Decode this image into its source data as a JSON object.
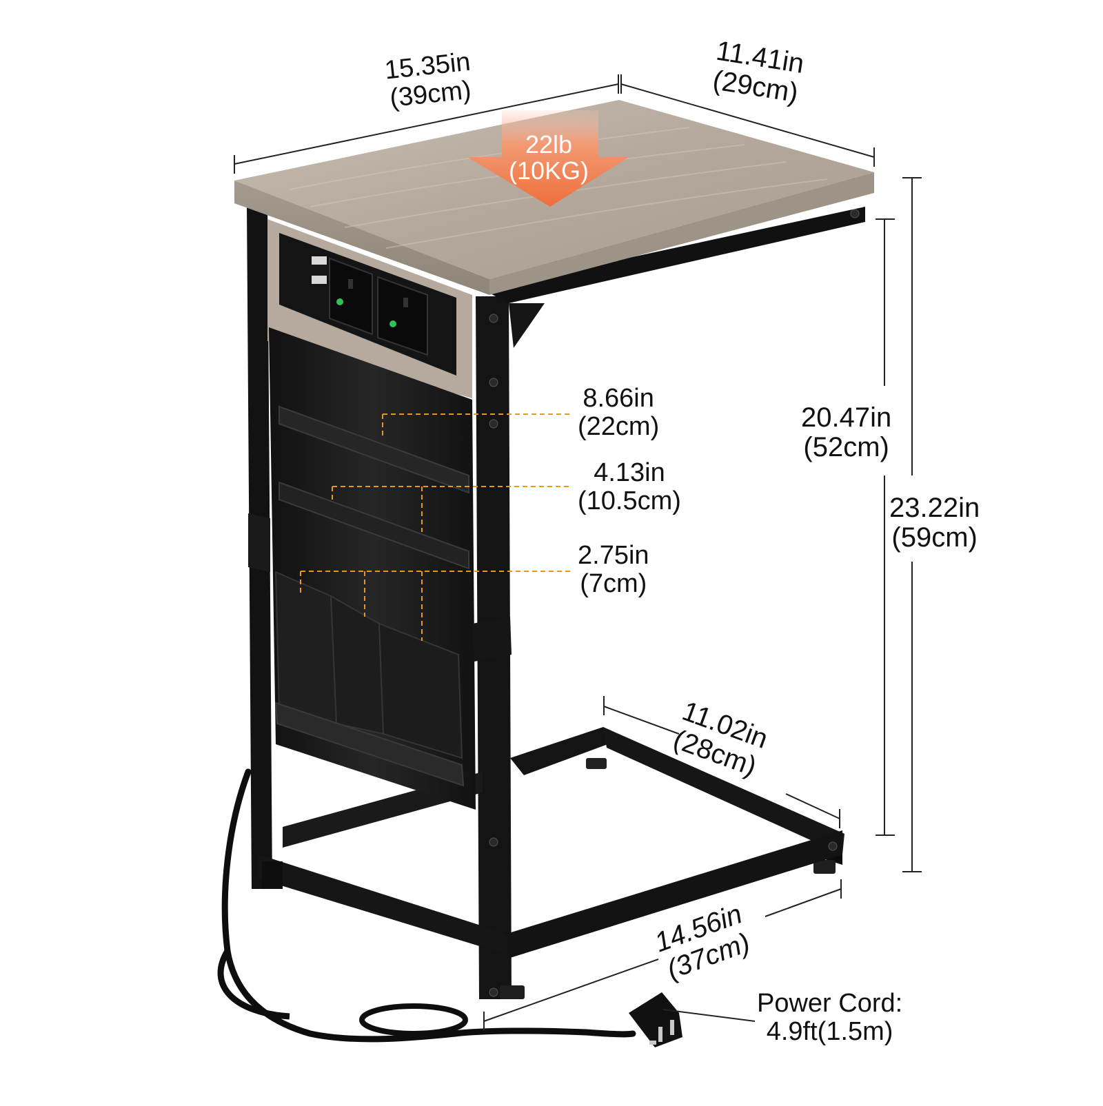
{
  "dimensions": {
    "top_width": {
      "imperial": "15.35in",
      "metric": "(39cm)"
    },
    "top_depth": {
      "imperial": "11.41in",
      "metric": "(29cm)"
    },
    "inner_height": {
      "imperial": "20.47in",
      "metric": "(52cm)"
    },
    "total_height": {
      "imperial": "23.22in",
      "metric": "(59cm)"
    },
    "base_depth": {
      "imperial": "11.02in",
      "metric": "(28cm)"
    },
    "base_width": {
      "imperial": "14.56in",
      "metric": "(37cm)"
    }
  },
  "pockets": [
    {
      "imperial": "8.66in",
      "metric": "(22cm)"
    },
    {
      "imperial": "4.13in",
      "metric": "(10.5cm)"
    },
    {
      "imperial": "2.75in",
      "metric": "(7cm)"
    }
  ],
  "load": {
    "imperial": "22lb",
    "metric": "(10KG)"
  },
  "power_cord": {
    "label": "Power Cord:",
    "length": "4.9ft(1.5m)"
  },
  "colors": {
    "frame": "#111111",
    "wood": "#b8ada0",
    "fabric": "#1a1a1a",
    "arrow": "#f07a4a",
    "guide": "#e59a1f",
    "dimension_line": "#222222"
  }
}
